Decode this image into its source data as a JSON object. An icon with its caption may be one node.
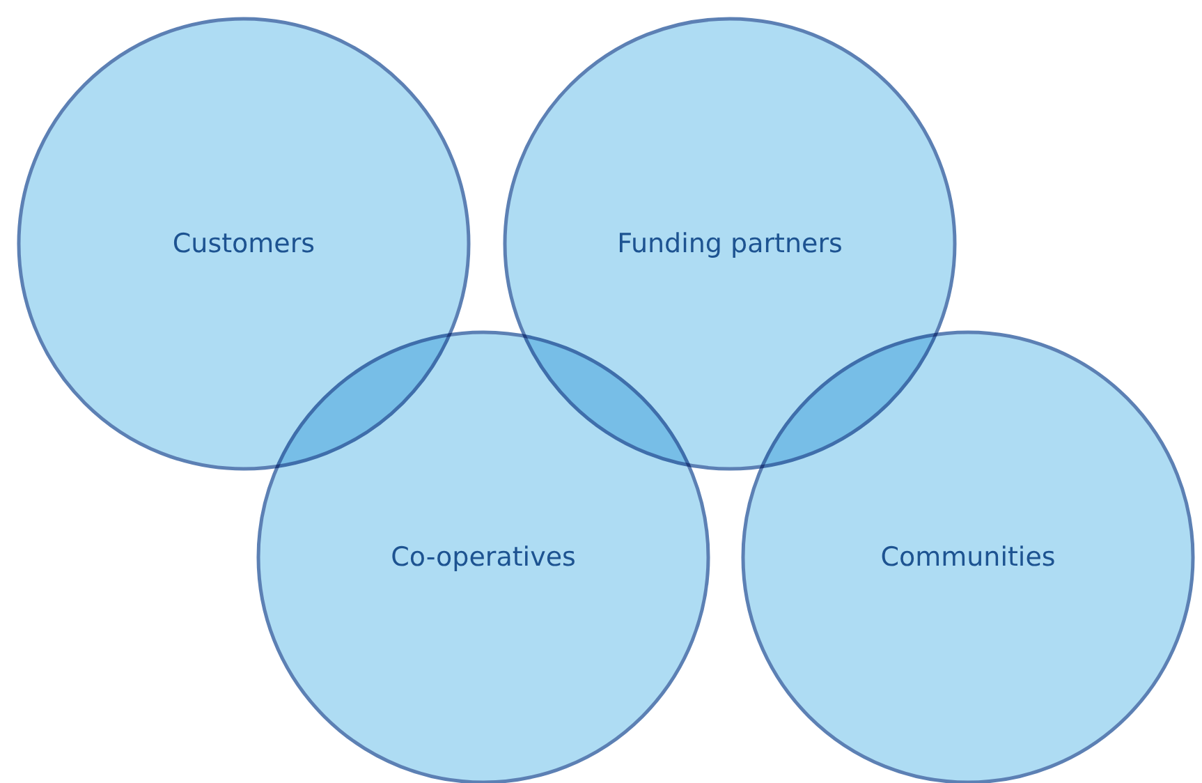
{
  "diagram": {
    "nodes": [
      {
        "text": [
          "Customers"
        ]
      },
      {
        "text": [
          "Funding partners"
        ]
      },
      {
        "text": [
          "Co-operatives"
        ]
      },
      {
        "text": [
          "Communities"
        ]
      }
    ]
  }
}
